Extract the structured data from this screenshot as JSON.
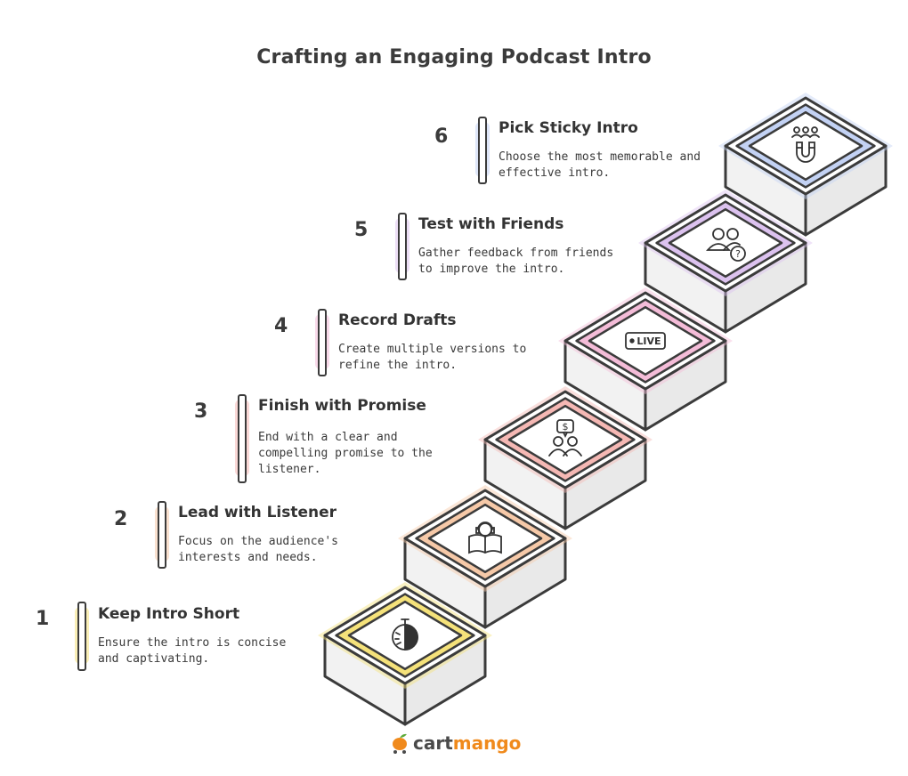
{
  "title": "Crafting an Engaging Podcast Intro",
  "steps": [
    {
      "number": "1",
      "heading": "Keep Intro Short",
      "description": "Ensure the intro is concise and captivating.",
      "color": "#f5e27a",
      "icon": "stopwatch-icon"
    },
    {
      "number": "2",
      "heading": "Lead with Listener",
      "description": "Focus on the audience's interests and needs.",
      "color": "#f6c9a8",
      "icon": "listener-book-icon"
    },
    {
      "number": "3",
      "heading": "Finish with Promise",
      "description": "End with a clear and compelling promise to the listener.",
      "color": "#f5b8b4",
      "icon": "promise-people-icon"
    },
    {
      "number": "4",
      "heading": "Record Drafts",
      "description": "Create multiple versions to refine the intro.",
      "color": "#f4bcd8",
      "icon": "live-icon"
    },
    {
      "number": "5",
      "heading": "Test with Friends",
      "description": "Gather feedback from friends to improve the intro.",
      "color": "#dcc2ef",
      "icon": "friends-question-icon"
    },
    {
      "number": "6",
      "heading": "Pick Sticky Intro",
      "description": "Choose the most memorable and effective intro.",
      "color": "#c3d2f4",
      "icon": "magnet-audience-icon"
    }
  ],
  "live_label": "LIVE",
  "logo": {
    "cart": "cart",
    "mango": "mango"
  }
}
